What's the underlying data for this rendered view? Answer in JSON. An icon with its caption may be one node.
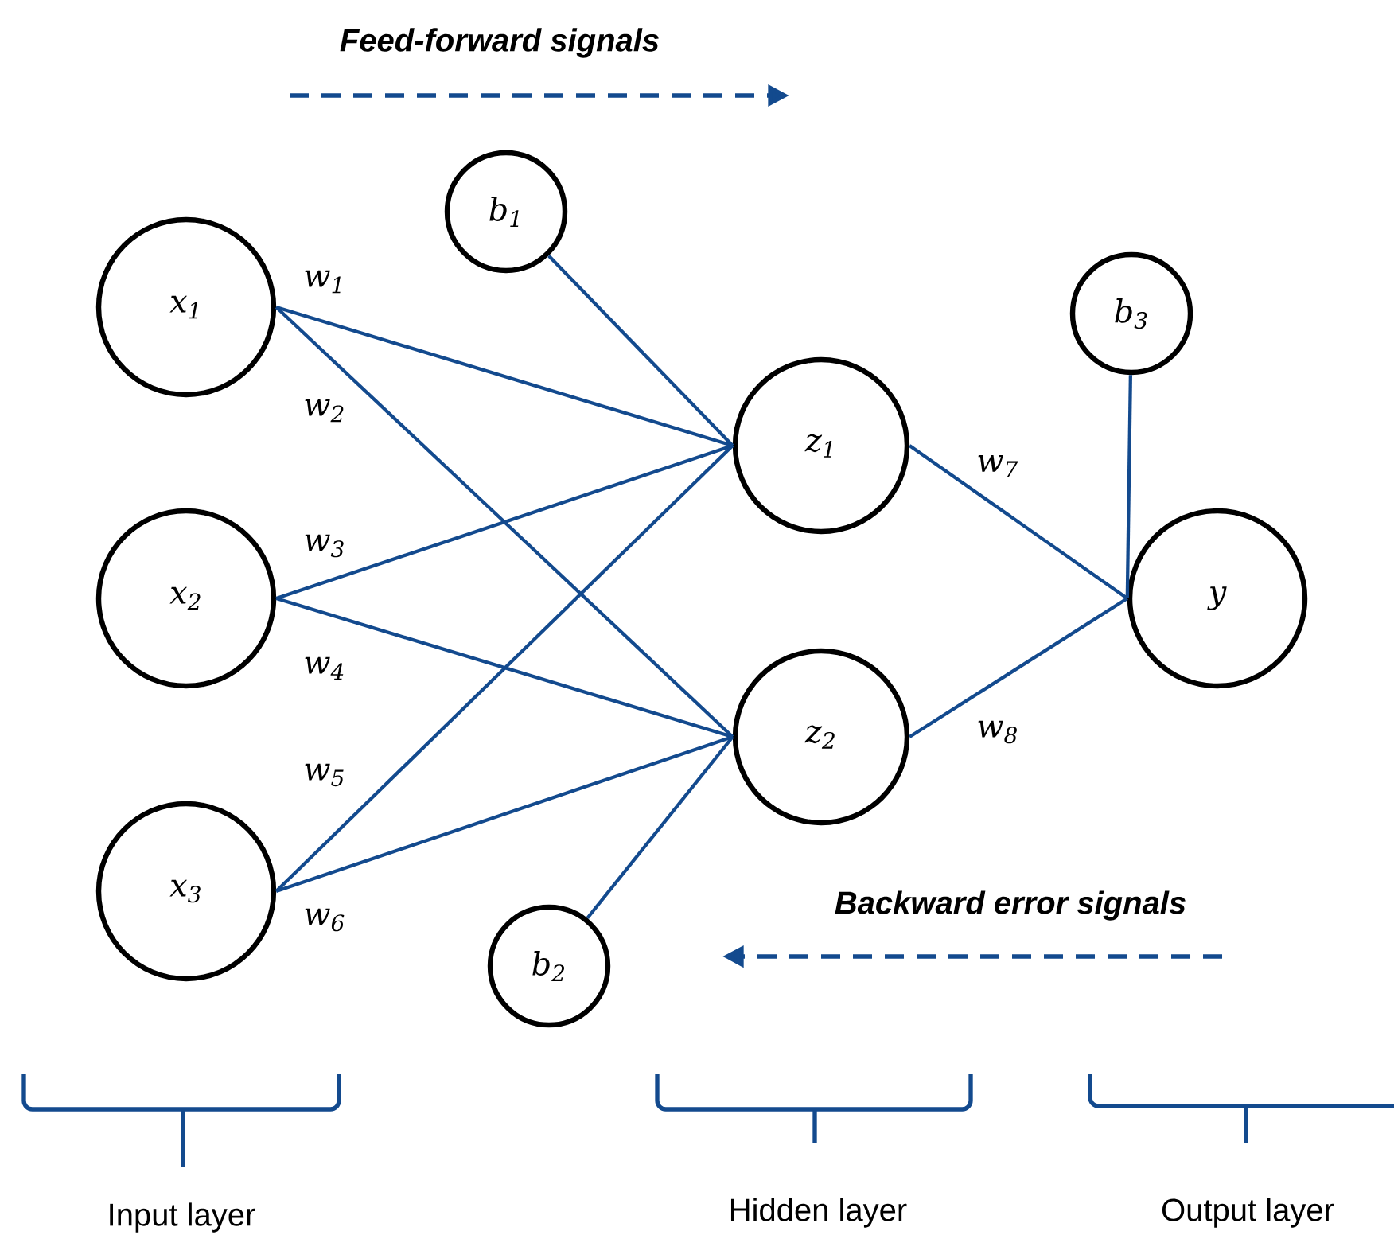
{
  "diagram": {
    "nodes": [
      {
        "text": [
          "x$_{1}$"
        ]
      },
      {
        "text": [
          "x$_{2}$"
        ]
      },
      {
        "text": [
          "x$_{3}$"
        ]
      },
      {
        "text": [
          "b$_{1}$"
        ]
      },
      {
        "text": [
          "z$_{1}$"
        ]
      },
      {
        "text": [
          "z$_{2}$"
        ]
      },
      {
        "text": [
          "b$_{2}$"
        ]
      },
      {
        "text": [
          "b$_{3}$"
        ]
      },
      {
        "text": [
          "y"
        ]
      }
    ],
    "edges": [
      {
        "from": 0,
        "to": 4,
        "arrow": "none",
        "label": "w$_{1}$"
      },
      {
        "from": 0,
        "to": 5,
        "arrow": "none",
        "label": "w$_{2}$"
      },
      {
        "from": 1,
        "to": 4,
        "arrow": "none",
        "label": "w$_{3}$"
      },
      {
        "from": 1,
        "to": 5,
        "arrow": "none",
        "label": "w$_{4}$"
      },
      {
        "from": 2,
        "to": 4,
        "arrow": "none",
        "label": "w$_{5}$"
      },
      {
        "from": 2,
        "to": 5,
        "arrow": "none",
        "label": "w$_{6}$"
      },
      {
        "from": 3,
        "to": 4,
        "arrow": "none"
      },
      {
        "from": 6,
        "to": 5,
        "arrow": "none"
      },
      {
        "from": 4,
        "to": 8,
        "arrow": "none",
        "label": "w$_{7}$"
      },
      {
        "from": 5,
        "to": 8,
        "arrow": "none",
        "label": "w$_{8}$"
      },
      {
        "from": 7,
        "to": 8,
        "arrow": "none"
      }
    ],
    "labels": [
      "Feed-forward signals",
      "Backward error signals",
      "Input layer",
      "Hidden layer",
      "Output layer"
    ]
  }
}
